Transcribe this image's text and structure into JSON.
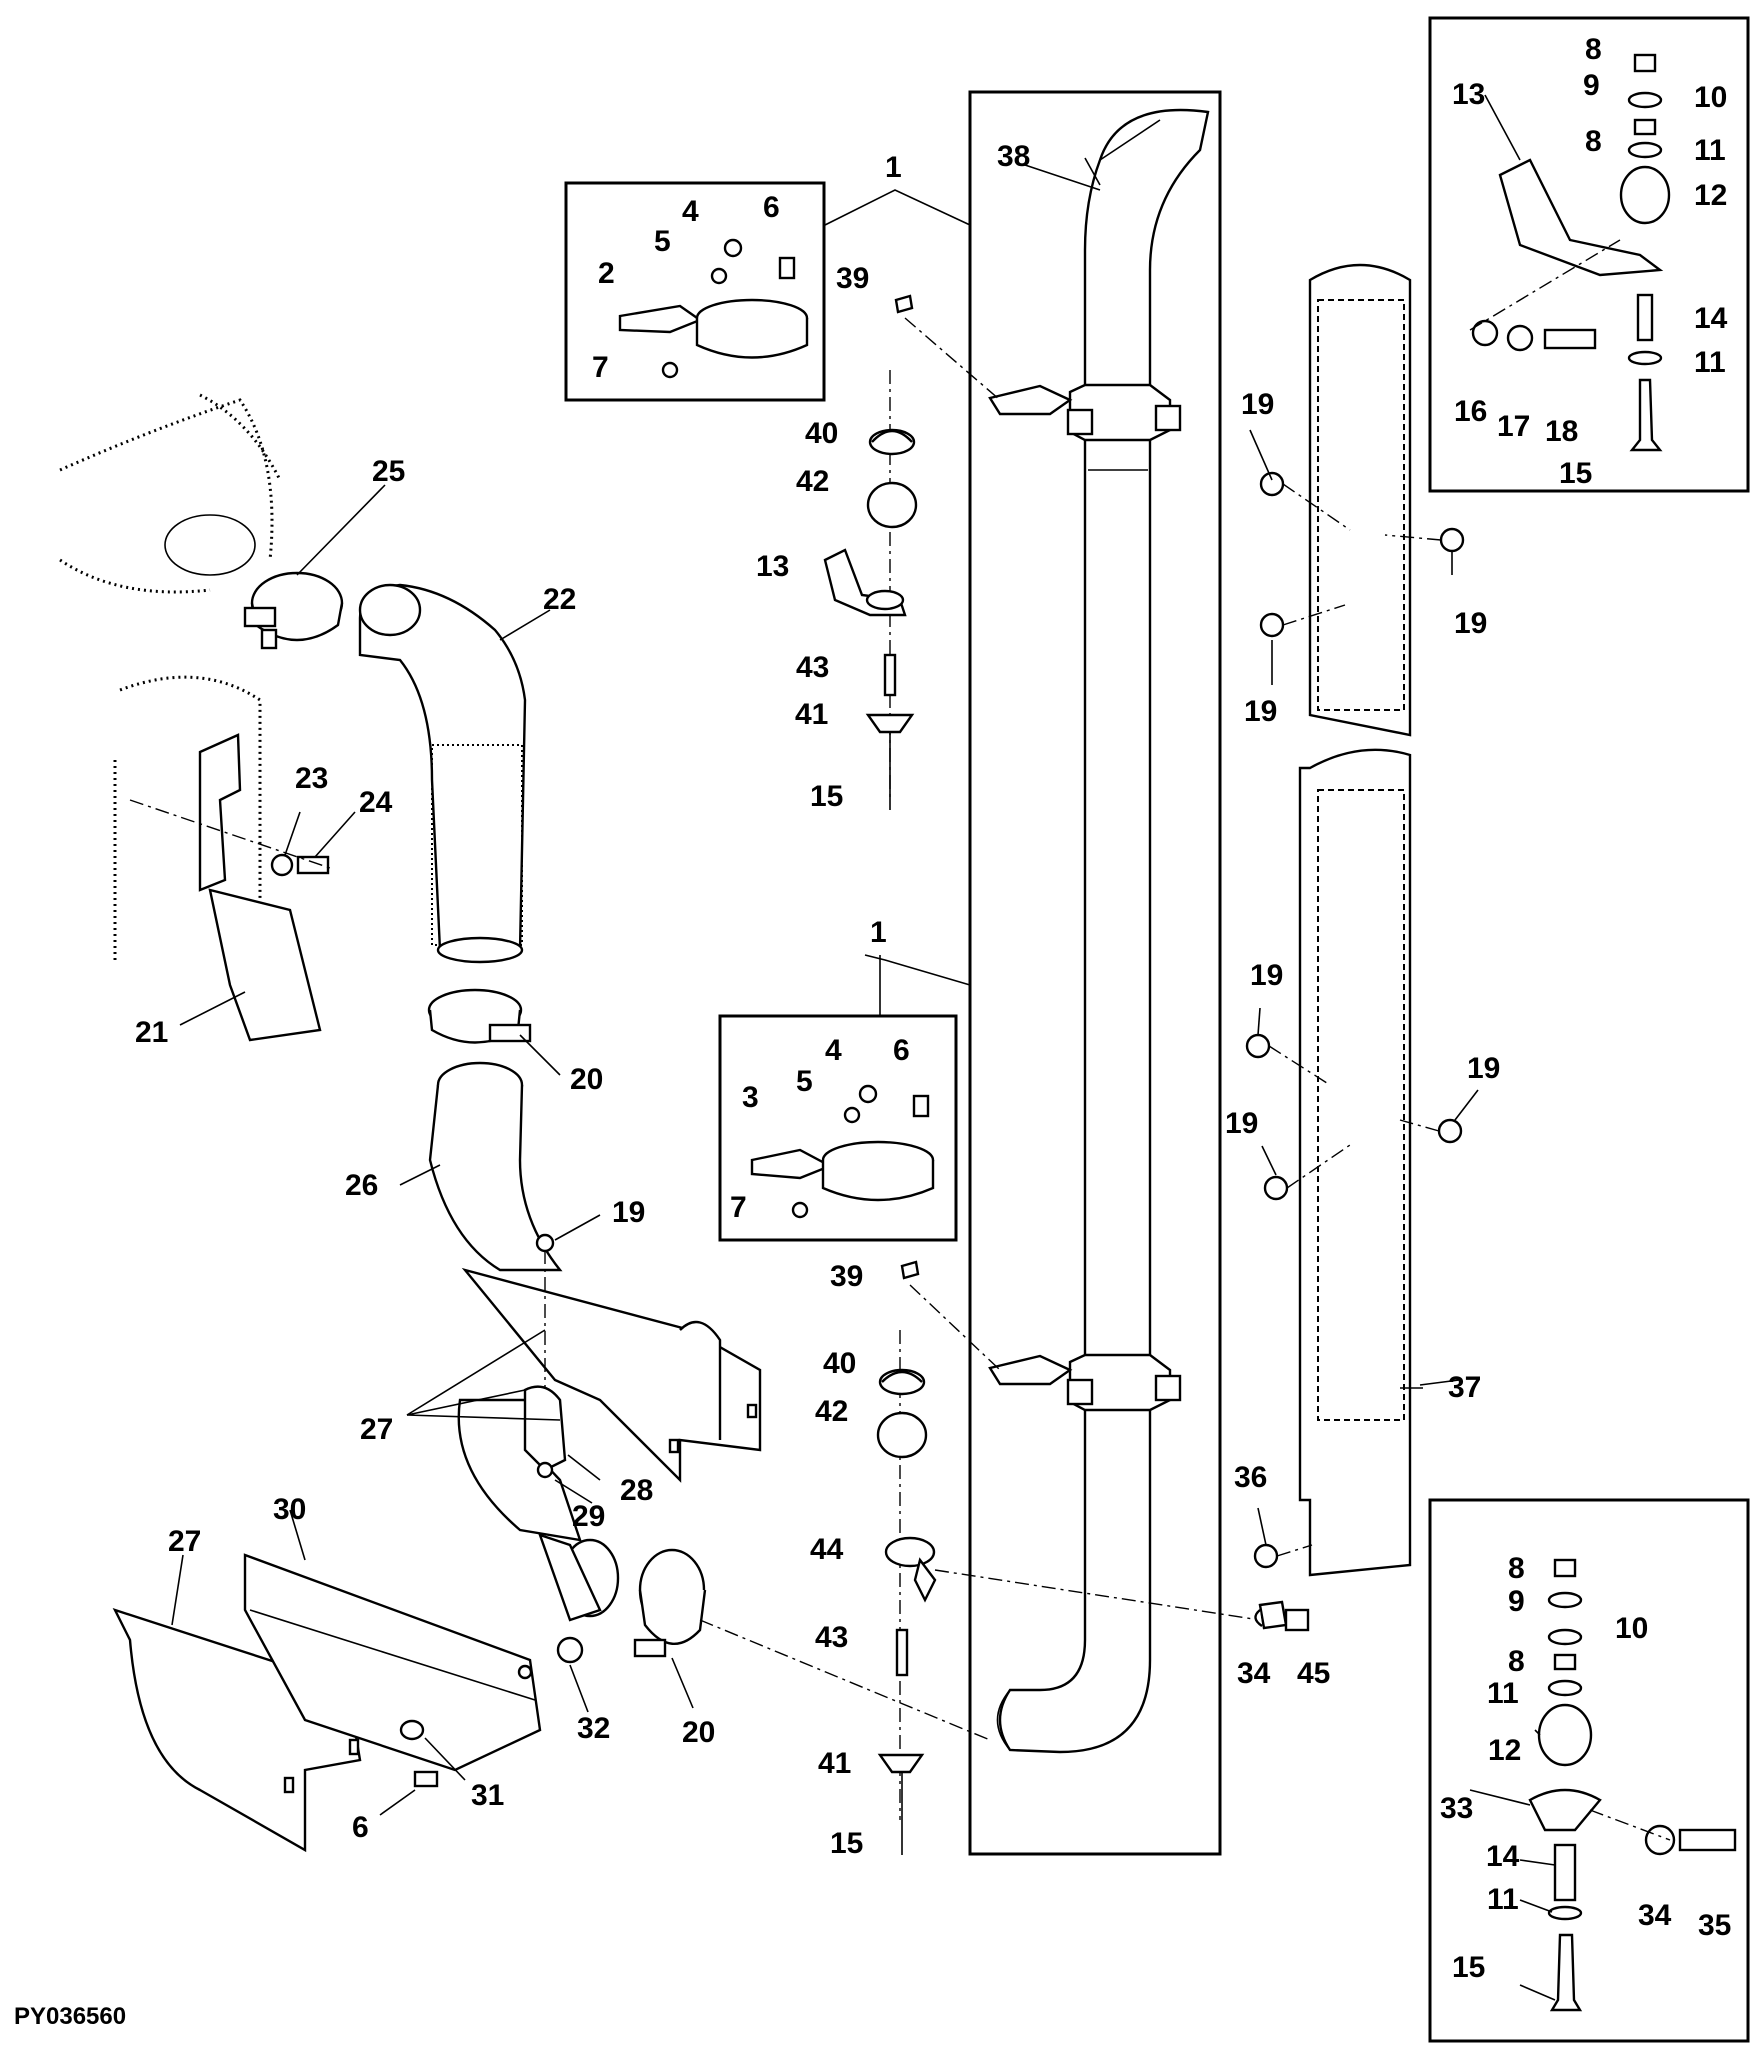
{
  "figure_id": "PY036560",
  "callouts": {
    "c1a": "1",
    "c1b": "1",
    "c2": "2",
    "c3": "3",
    "c4a": "4",
    "c4b": "4",
    "c5a": "5",
    "c5b": "5",
    "c6a": "6",
    "c6b": "6",
    "c6c": "6",
    "c7a": "7",
    "c7b": "7",
    "c8a": "8",
    "c8b": "8",
    "c8c": "8",
    "c8d": "8",
    "c9a": "9",
    "c9b": "9",
    "c10a": "10",
    "c10b": "10",
    "c11a": "11",
    "c11b": "11",
    "c11c": "11",
    "c11d": "11",
    "c12a": "12",
    "c12b": "12",
    "c13a": "13",
    "c13b": "13",
    "c14a": "14",
    "c14b": "14",
    "c15a": "15",
    "c15b": "15",
    "c15c": "15",
    "c15d": "15",
    "c16": "16",
    "c17": "17",
    "c18": "18",
    "c19a": "19",
    "c19b": "19",
    "c19c": "19",
    "c19d": "19",
    "c19e": "19",
    "c19f": "19",
    "c19g": "19",
    "c20a": "20",
    "c20b": "20",
    "c21": "21",
    "c22": "22",
    "c23": "23",
    "c24": "24",
    "c25": "25",
    "c26": "26",
    "c27a": "27",
    "c27b": "27",
    "c28": "28",
    "c29": "29",
    "c30": "30",
    "c31": "31",
    "c32": "32",
    "c33": "33",
    "c34a": "34",
    "c34b": "34",
    "c35": "35",
    "c36": "36",
    "c37": "37",
    "c38": "38",
    "c39a": "39",
    "c39b": "39",
    "c40a": "40",
    "c40b": "40",
    "c41a": "41",
    "c41b": "41",
    "c42a": "42",
    "c42b": "42",
    "c43a": "43",
    "c43b": "43",
    "c44": "44",
    "c45": "45"
  }
}
